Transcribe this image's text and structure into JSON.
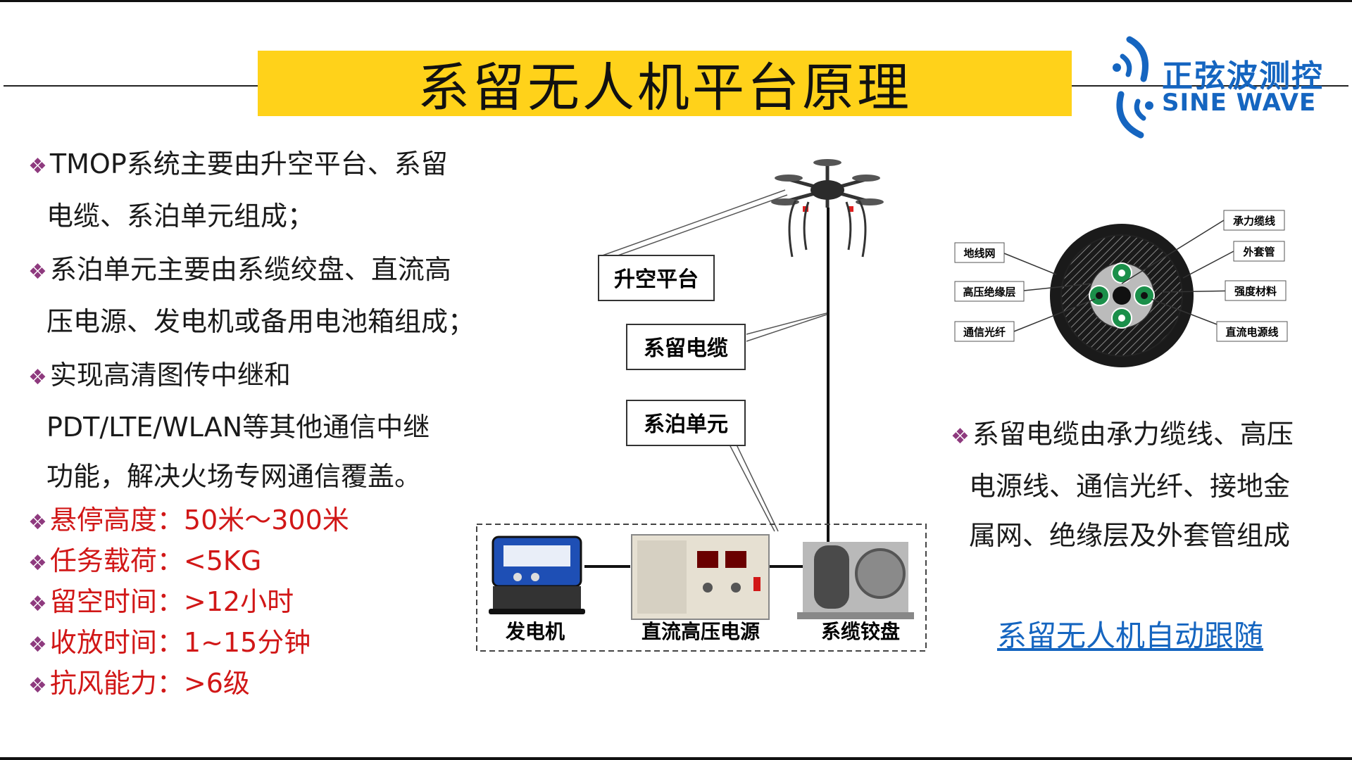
{
  "title": "系留无人机平台原理",
  "logo": {
    "cn": "正弦波测控",
    "en": "SINE WAVE"
  },
  "left_bullets": [
    {
      "line1": "TMOP系统主要由升空平台、系留",
      "line2": "电缆、系泊单元组成；"
    },
    {
      "line1": "系泊单元主要由系缆绞盘、直流高",
      "line2": "压电源、发电机或备用电池箱组成；"
    },
    {
      "line1": "实现高清图传中继和",
      "line2": "PDT/LTE/WLAN等其他通信中继",
      "line3": "功能，解决火场专网通信覆盖。"
    }
  ],
  "specs": [
    "悬停高度：50米～300米",
    "任务载荷：<5KG",
    "留空时间：>12小时",
    "收放时间：1~15分钟",
    "抗风能力：>6级"
  ],
  "diagram": {
    "labels": {
      "platform": "升空平台",
      "cable": "系留电缆",
      "mooring": "系泊单元"
    },
    "equipment": {
      "generator": "发电机",
      "power": "直流高压电源",
      "winch": "系缆铰盘"
    }
  },
  "cable_section": {
    "labels": [
      "地线网",
      "高压绝缘层",
      "通信光纤",
      "承力缆线",
      "外套管",
      "强度材料",
      "直流电源线"
    ]
  },
  "right_bullet": {
    "line1": "系留电缆由承力缆线、高压",
    "line2": "电源线、通信光纤、接地金",
    "line3": "属网、绝缘层及外套管组成"
  },
  "link": "系留无人机自动跟随",
  "colors": {
    "title_bg": "#ffd21a",
    "accent_red": "#d11717",
    "bullet": "#8e3a7e",
    "link_blue": "#1565c0"
  }
}
